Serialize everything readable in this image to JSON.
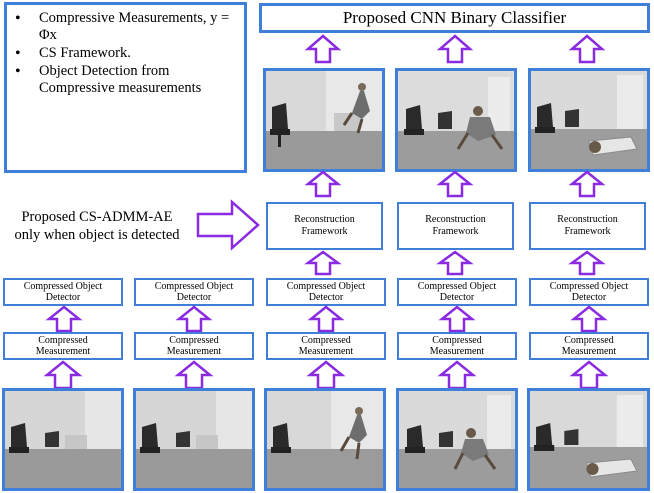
{
  "info_box": {
    "bullets": [
      "Compressive Measurements, y = Φx",
      " CS Framework.",
      "Object Detection from Compressive measurements"
    ]
  },
  "classifier": {
    "label": "Proposed CNN Binary Classifier"
  },
  "side_label": {
    "line1": "Proposed CS-ADMM-AE",
    "line2": "only when object is detected"
  },
  "reconstruction": {
    "label_line1": "Reconstruction",
    "label_line2": "Framework"
  },
  "detector": {
    "label_line1": "Compressed Object",
    "label_line2": "Detector"
  },
  "measurement": {
    "label_line1": "Compressed",
    "label_line2": "Measurement"
  },
  "colors": {
    "box_border": "#3f7fd9",
    "arrow": "#8a2be2"
  }
}
